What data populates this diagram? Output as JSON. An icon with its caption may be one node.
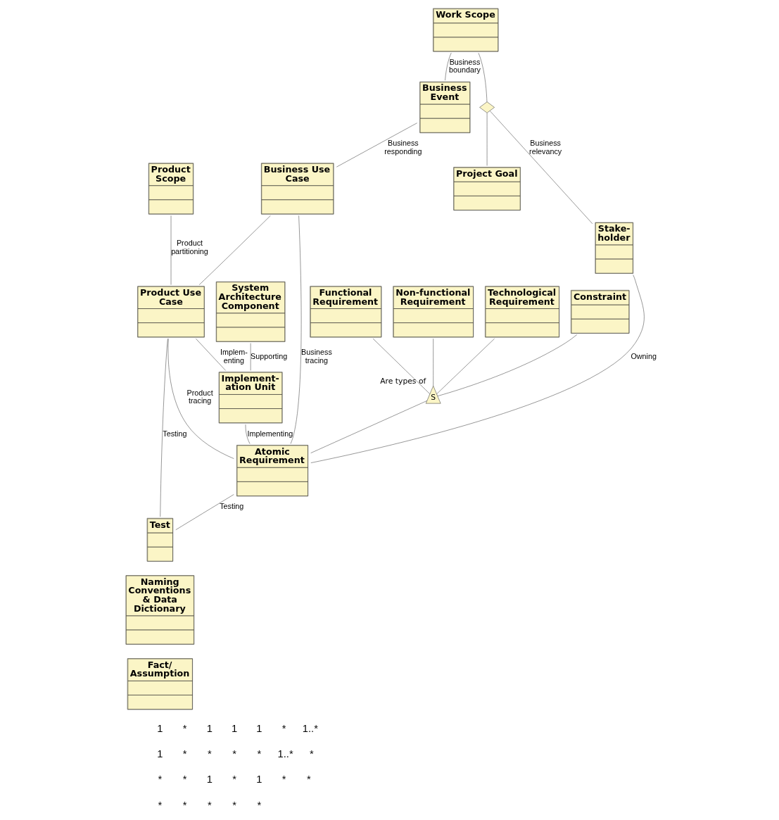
{
  "diagram": {
    "nodes": [
      {
        "text": [
          "Work Scope"
        ]
      },
      {
        "text": [
          "Business Event"
        ]
      },
      {
        "text": [
          "Product Scope"
        ]
      },
      {
        "text": [
          "System Architecture Component"
        ]
      },
      {
        "text": [],
        "shape": "diamond"
      },
      {
        "text": [
          "Project Goal"
        ]
      },
      {
        "text": [
          "Business Use Case"
        ]
      },
      {
        "text": [
          "Product Use Case"
        ]
      },
      {
        "text": [
          "Implement- ation Unit"
        ]
      },
      {
        "text": [
          "Stake- holder"
        ]
      },
      {
        "text": [
          "Atomic Requirement"
        ]
      },
      {
        "text": [
          "Test"
        ]
      },
      {
        "text": [
          "Naming Conventions & Data Dictionary"
        ]
      },
      {
        "text": [
          "S"
        ],
        "beside": [
          "Are types of"
        ]
      },
      {
        "text": [
          "Constraint"
        ]
      },
      {
        "text": [
          "Functional Requirement"
        ]
      },
      {
        "text": [
          "Non-functional Requirement"
        ]
      },
      {
        "text": [
          "Technological Requirement"
        ]
      },
      {
        "text": [
          "Fact/ Assumption"
        ]
      }
    ],
    "edges": [
      {
        "from": 0,
        "to": 1,
        "arrow": "none",
        "label": "Business boundary"
      },
      {
        "from": 0,
        "to": 4,
        "arrow": "none"
      },
      {
        "from": 4,
        "to": 5,
        "arrow": "none"
      },
      {
        "from": 4,
        "to": 9,
        "arrow": "none",
        "label": "Business relevancy"
      },
      {
        "from": 1,
        "to": 6,
        "arrow": "none",
        "label": "Business responding"
      },
      {
        "from": 2,
        "to": 7,
        "arrow": "none",
        "label": "Product partitioning"
      },
      {
        "from": 3,
        "to": 8,
        "arrow": "none",
        "label": "Supporting"
      },
      {
        "from": 7,
        "to": 8,
        "arrow": "none",
        "label": "Implem- enting"
      },
      {
        "from": 6,
        "to": 7,
        "arrow": "none"
      },
      {
        "from": 6,
        "to": 10,
        "arrow": "none",
        "label": "Business tracing"
      },
      {
        "from": 7,
        "to": 10,
        "arrow": "none",
        "label": "Product tracing"
      },
      {
        "from": 7,
        "to": 11,
        "arrow": "none",
        "label": "Testing"
      },
      {
        "from": 9,
        "to": 10,
        "arrow": "none",
        "label": "Owning"
      },
      {
        "from": 10,
        "to": 11,
        "arrow": "none",
        "label": "Testing"
      },
      {
        "from": 8,
        "to": 10,
        "arrow": "none",
        "label": "Implementing"
      },
      {
        "from": 13,
        "to": 10,
        "arrow": "none"
      },
      {
        "from": 14,
        "to": 13,
        "arrow": "none"
      },
      {
        "from": 15,
        "to": 13,
        "arrow": "none"
      },
      {
        "from": 16,
        "to": 13,
        "arrow": "none"
      },
      {
        "from": 17,
        "to": 13,
        "arrow": "none"
      }
    ],
    "labels": [
      "1",
      "*",
      "1",
      "1",
      "1",
      "*",
      "1..*",
      "1",
      "*",
      "*",
      "*",
      "*",
      "1..*",
      "*",
      "*",
      "*",
      "1",
      "*",
      "1",
      "*",
      "*",
      "*",
      "*",
      "*",
      "*",
      "*"
    ]
  }
}
